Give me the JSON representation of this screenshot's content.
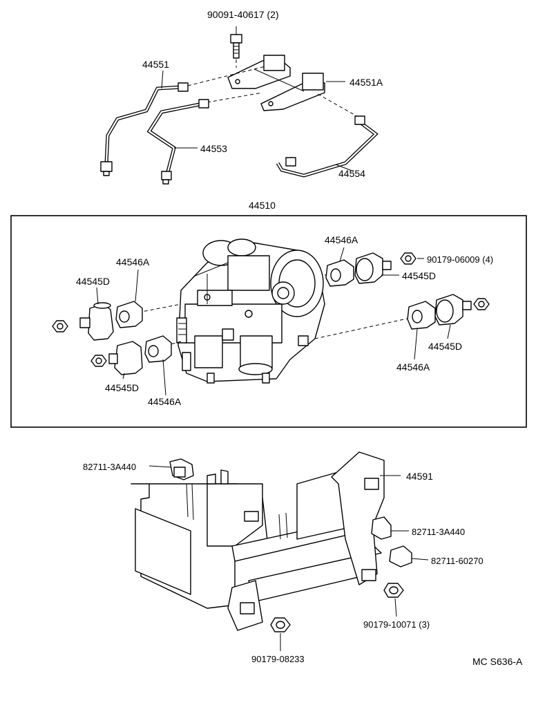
{
  "labels": {
    "bolt_top": "90091-40617 (2)",
    "tube_44551": "44551",
    "tube_44551A": "44551A",
    "tube_44553": "44553",
    "tube_44554": "44554",
    "actuator": "44510",
    "cushion_left_upper": "44546A",
    "bracket_left_upper": "44545D",
    "cushion_right_upper": "44546A",
    "nut_right_upper": "90179-06009 (4)",
    "bracket_right_upper": "44545D",
    "bracket_right_lower": "44545D",
    "cushion_right_lower": "44546A",
    "bracket_left_lower": "44545D",
    "cushion_left_lower": "44546A",
    "clip_top": "82711-3A440",
    "bracket_main": "44591",
    "clip_right": "82711-3A440",
    "clip_right_lower": "82711-60270",
    "nut_right": "90179-10071 (3)",
    "nut_bottom": "90179-08233",
    "diagram_code": "MC S636-A"
  }
}
